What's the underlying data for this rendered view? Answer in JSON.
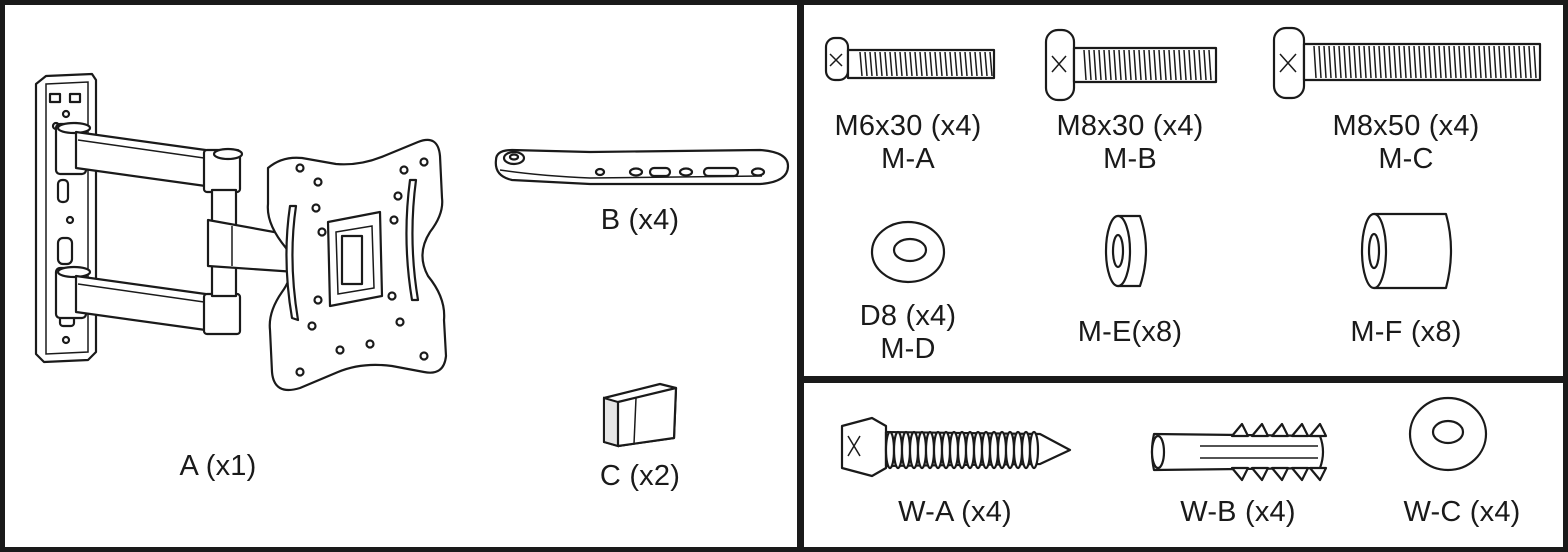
{
  "parts": {
    "a": "A (x1)",
    "b": "B (x4)",
    "c": "C (x2)"
  },
  "mount_hardware": {
    "m_a": {
      "size": "M6x30 (x4)",
      "code": "M-A"
    },
    "m_b": {
      "size": "M8x30 (x4)",
      "code": "M-B"
    },
    "m_c": {
      "size": "M8x50 (x4)",
      "code": "M-C"
    },
    "m_d": {
      "size": "D8 (x4)",
      "code": "M-D"
    },
    "m_e": "M-E(x8)",
    "m_f": "M-F (x8)"
  },
  "wall_hardware": {
    "w_a": "W-A (x4)",
    "w_b": "W-B (x4)",
    "w_c": "W-C (x4)"
  },
  "icons": [
    "tv-wall-mount-arm-icon",
    "strap-icon",
    "spacer-block-icon",
    "bolt-icon",
    "washer-icon",
    "spacer-icon",
    "lag-screw-icon",
    "wall-anchor-icon"
  ]
}
